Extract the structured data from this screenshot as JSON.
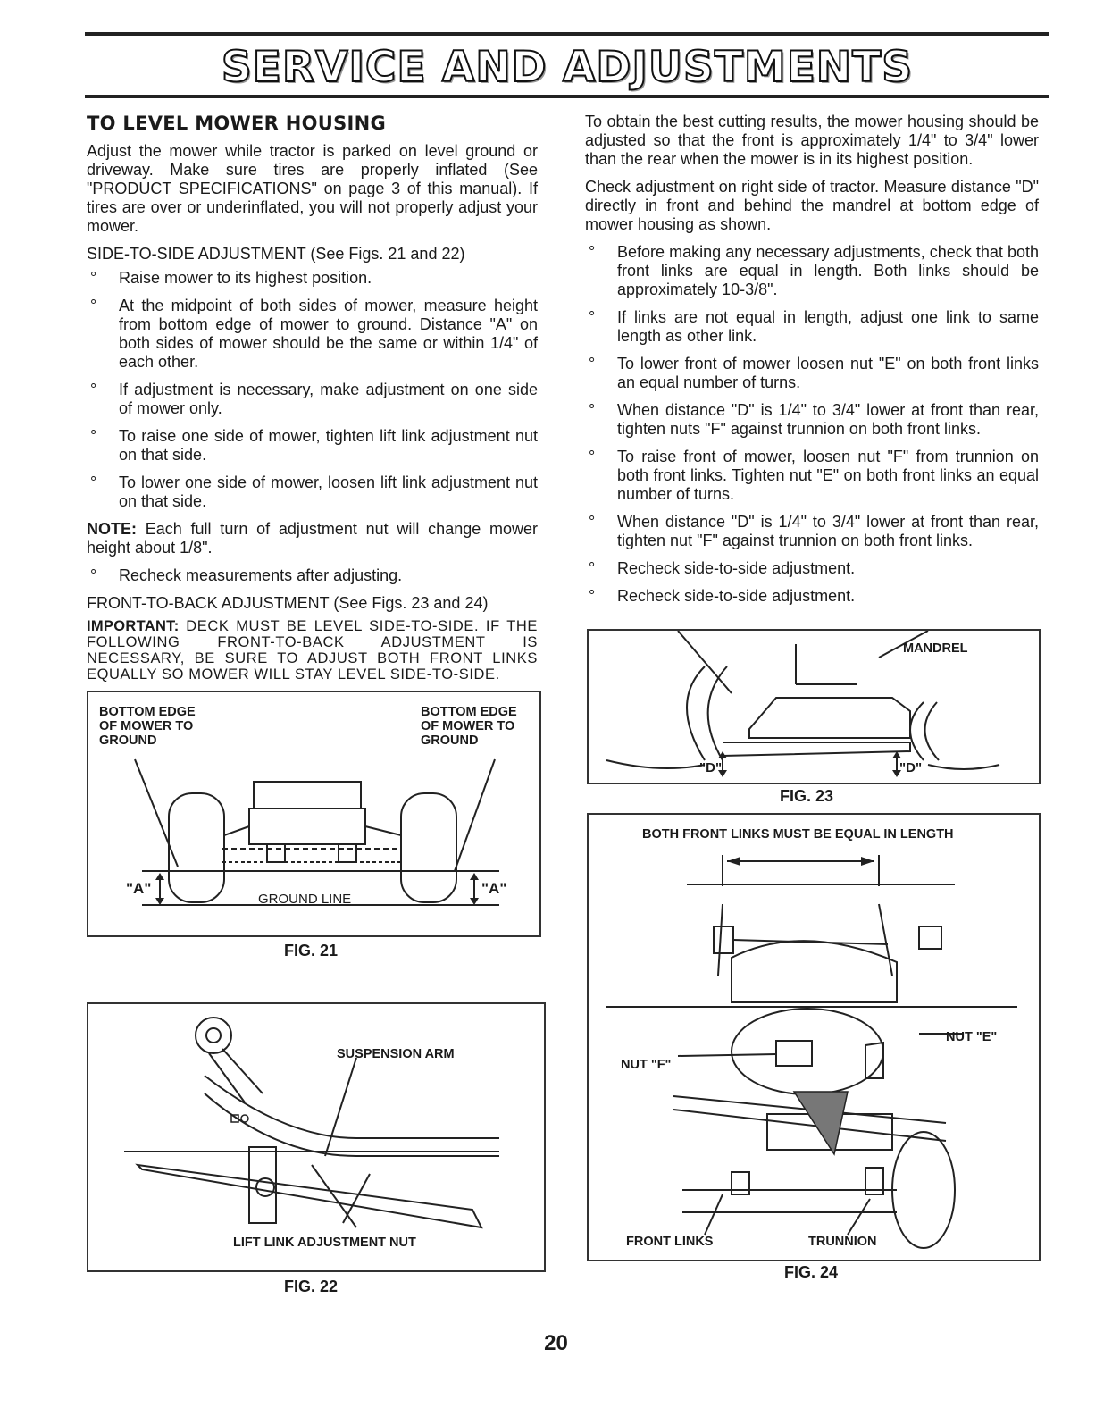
{
  "page": {
    "title": "SERVICE AND ADJUSTMENTS",
    "page_number": "20"
  },
  "left": {
    "heading": "TO LEVEL MOWER HOUSING",
    "intro": "Adjust the mower while tractor is parked on level ground or driveway. Make sure tires are properly inflated (See \"PRODUCT SPECIFICATIONS\" on page 3 of this manual). If tires are over or underinflated, you will not properly adjust your mower.",
    "side_heading": "SIDE-TO-SIDE ADJUSTMENT (See Figs. 21 and 22)",
    "side_bullets": [
      "Raise mower to its highest position.",
      "At the midpoint of both sides of mower, measure height from bottom edge of mower to ground. Distance \"A\" on both sides of mower should be the same or within 1/4\" of each other.",
      "If adjustment is necessary, make adjustment on one side of mower only.",
      "To raise one side of mower, tighten lift link adjustment nut on that side.",
      "To lower one side of mower, loosen lift link adjustment nut on that side."
    ],
    "note_label": "NOTE:",
    "note_text": "Each full turn of adjustment nut will change mower height about 1/8\".",
    "recheck": "Recheck measurements after adjusting.",
    "front_heading": "FRONT-TO-BACK ADJUSTMENT (See Figs. 23 and 24)",
    "important_label": "IMPORTANT:",
    "important_text": "DECK MUST BE LEVEL SIDE-TO-SIDE. IF THE FOLLOWING FRONT-TO-BACK ADJUSTMENT IS NECESSARY, BE SURE TO ADJUST BOTH FRONT LINKS EQUALLY SO MOWER WILL STAY LEVEL SIDE-TO-SIDE."
  },
  "right": {
    "intro": "To obtain the best cutting results, the mower housing should be adjusted so that the front is approximately 1/4\" to 3/4\" lower than the rear when the mower is in its highest position.",
    "check": "Check adjustment on right side of tractor. Measure distance \"D\" directly in front and behind the mandrel at bottom edge of mower housing as shown.",
    "bullets": [
      "Before making any necessary adjustments, check that both front links are equal in length. Both links should be approximately 10-3/8\".",
      "If links are not equal in length, adjust one link to same length as other link.",
      "To lower front of mower loosen nut \"E\" on both front links an equal number of turns.",
      "When distance \"D\" is 1/4\" to 3/4\" lower at front than rear, tighten nuts \"F\" against trunnion on both front links.",
      "To raise front of mower, loosen nut \"F\" from trunnion on both front links. Tighten nut \"E\" on both front links an equal number of turns.",
      "When distance \"D\" is 1/4\" to 3/4\" lower at front than rear, tighten nut \"F\" against trunnion on both front links.",
      "Recheck side-to-side adjustment.",
      "Recheck side-to-side adjustment."
    ]
  },
  "fig21": {
    "caption": "FIG. 21",
    "label_left": "BOTTOM EDGE OF MOWER TO GROUND",
    "label_right": "BOTTOM EDGE OF MOWER TO GROUND",
    "dim_left": "\"A\"",
    "dim_right": "\"A\"",
    "ground": "GROUND LINE"
  },
  "fig22": {
    "caption": "FIG. 22",
    "label_arm": "SUSPENSION ARM",
    "label_nut": "LIFT LINK ADJUSTMENT NUT"
  },
  "fig23": {
    "caption": "FIG. 23",
    "label_mandrel": "MANDREL",
    "dim_left": "\"D\"",
    "dim_right": "\"D\""
  },
  "fig24": {
    "caption": "FIG. 24",
    "top_label": "BOTH FRONT LINKS MUST BE EQUAL IN LENGTH",
    "nut_e": "NUT \"E\"",
    "nut_f": "NUT \"F\"",
    "front_links": "FRONT LINKS",
    "trunnion": "TRUNNION"
  }
}
